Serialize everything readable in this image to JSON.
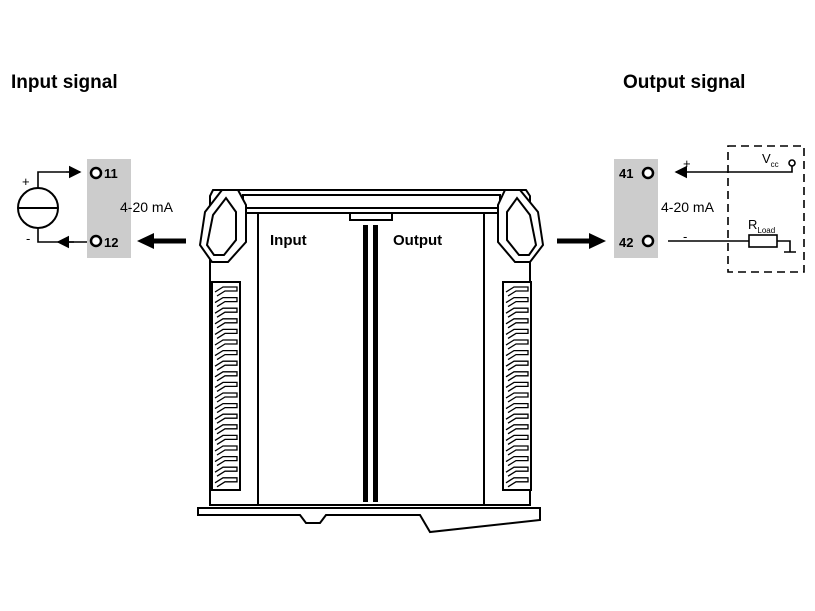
{
  "headings": {
    "input": "Input signal",
    "output": "Output signal"
  },
  "input_side": {
    "terminal_top": "11",
    "terminal_bottom": "12",
    "signal": "4-20 mA",
    "plus": "+",
    "minus": "-"
  },
  "output_side": {
    "terminal_top": "41",
    "terminal_bottom": "42",
    "signal": "4-20 mA",
    "plus": "+",
    "minus": "-",
    "vcc_main": "V",
    "vcc_sub": "cc",
    "rload_main": "R",
    "rload_sub": "Load"
  },
  "module": {
    "input_label": "Input",
    "output_label": "Output"
  },
  "colors": {
    "terminal_block": "#cccccc",
    "line": "#000000"
  }
}
